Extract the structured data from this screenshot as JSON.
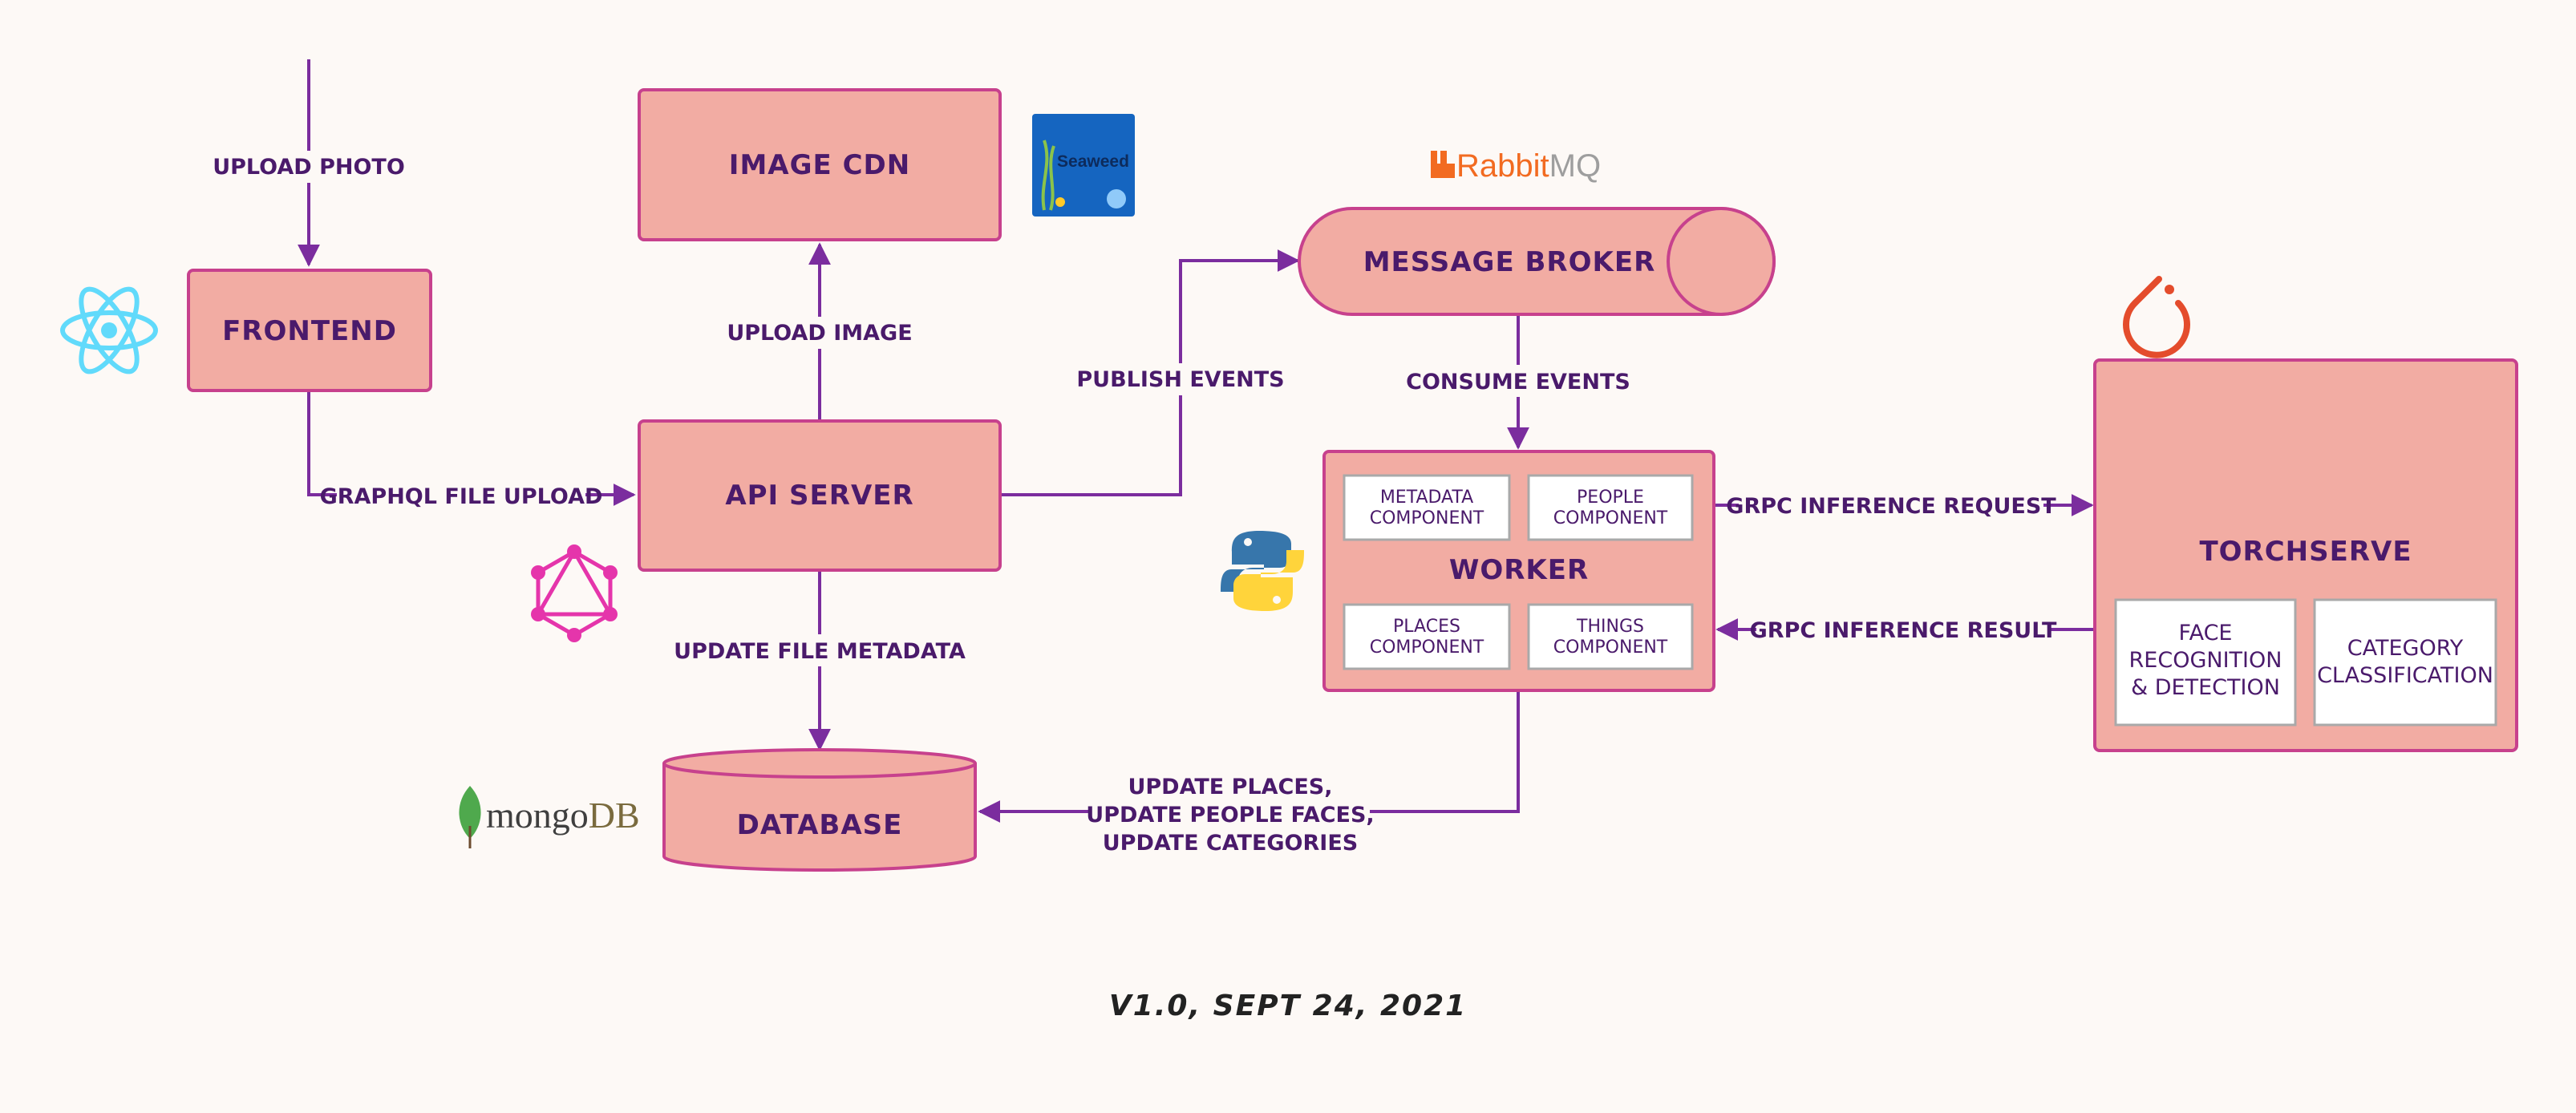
{
  "nodes": {
    "frontend": "FRONTEND",
    "image_cdn": "IMAGE CDN",
    "api_server": "API SERVER",
    "message_broker": "MESSAGE BROKER",
    "database": "DATABASE",
    "worker": "WORKER",
    "torchserve": "TORCHSERVE"
  },
  "worker_components": {
    "metadata": [
      "METADATA",
      "COMPONENT"
    ],
    "people": [
      "PEOPLE",
      "COMPONENT"
    ],
    "places": [
      "PLACES",
      "COMPONENT"
    ],
    "things": [
      "THINGS",
      "COMPONENT"
    ]
  },
  "torchserve_components": {
    "face": [
      "FACE",
      "RECOGNITION",
      "& DETECTION"
    ],
    "category": [
      "CATEGORY",
      "CLASSIFICATION"
    ]
  },
  "edges": {
    "upload_photo": "UPLOAD PHOTO",
    "graphql_file_upload": "GRAPHQL FILE UPLOAD",
    "upload_image": "UPLOAD IMAGE",
    "publish_events": "PUBLISH EVENTS",
    "consume_events": "CONSUME EVENTS",
    "update_file_metadata": "UPDATE FILE METADATA",
    "grpc_request": "GRPC INFERENCE REQUEST",
    "grpc_result": "GRPC INFERENCE RESULT",
    "worker_to_db": [
      "UPDATE  PLACES,",
      "UPDATE PEOPLE FACES,",
      "UPDATE CATEGORIES"
    ]
  },
  "logos": {
    "seaweed": "Seaweed",
    "rabbitmq_a": "Rabbit",
    "rabbitmq_b": "MQ",
    "mongodb_a": "mongo",
    "mongodb_b": "DB"
  },
  "footer": "V1.0, SEPT 24, 2021",
  "colors": {
    "node_fill": "#f2aca3",
    "node_stroke": "#c7418d",
    "edge": "#7b2d9e",
    "text": "#4a1a6b"
  }
}
